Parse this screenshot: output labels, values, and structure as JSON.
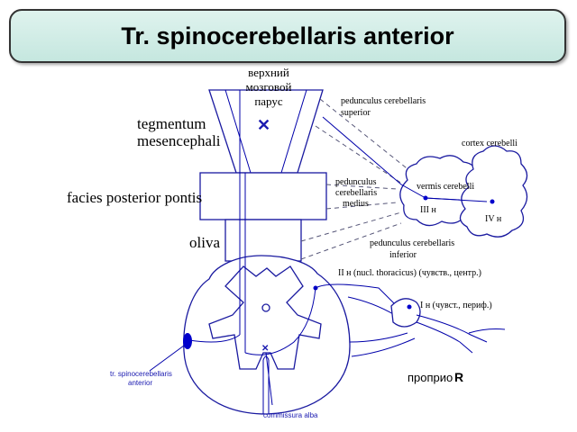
{
  "title": "Tr. spinocerebellaris anterior",
  "labels": {
    "velum_line1": "верхний",
    "velum_line2": "мозговой",
    "velum_line3": "парус",
    "tegmentum_line1": "tegmentum",
    "tegmentum_line2": "mesencephali",
    "facies": "facies posterior pontis",
    "oliva": "oliva",
    "ped_sup_line1": "pedunculus cerebellaris",
    "ped_sup_line2": "superior",
    "ped_med_line1": "pedunculus",
    "ped_med_line2": "cerebellaris",
    "ped_med_line3": "medius",
    "ped_inf_line1": "pedunculus cerebellaris",
    "ped_inf_line2": "inferior",
    "cortex": "cortex cerebelli",
    "vermis": "vermis cerebelli",
    "neuron3": "III н",
    "neuron4": "IV н",
    "neuron2": "II н (nucl. thoracicus) (чувств., центр.)",
    "neuron1": "I н (чувст., периф.)",
    "proprio_text": "проприо",
    "proprio_r": "R",
    "tract_line1": "tr. spinocerebellaris",
    "tract_line2": "anterior",
    "commissura": "commissura alba"
  },
  "colors": {
    "lines": "#0000aa",
    "blue_labels": "#1a1ab0",
    "title_bg": "#d3ede7"
  }
}
